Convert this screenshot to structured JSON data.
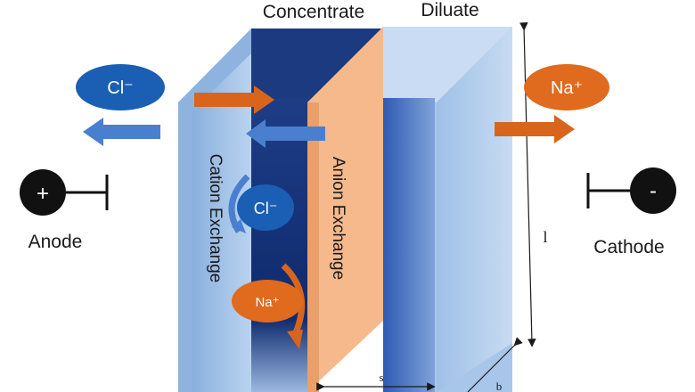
{
  "labels": {
    "concentrate": "Concentrate",
    "diluate": "Diluate",
    "cation_exchange": "Cation Exchange",
    "anion_exchange": "Anion  Exchange",
    "anode": "Anode",
    "cathode": "Cathode",
    "length_symbol": "l",
    "width_symbol": "s",
    "depth_symbol": "b"
  },
  "ions": {
    "chloride": "Cl⁻",
    "sodium": "Na⁺"
  },
  "electrodes": {
    "anode_sign": "+",
    "cathode_sign": "-"
  },
  "colors": {
    "ion_chloride": "#1a5fb4",
    "ion_sodium": "#e06a1e",
    "arrow_orange": "#d9651c",
    "arrow_blue": "#4a7fd0",
    "cation_membrane": "#a9c8ea",
    "concentrate_channel": "#1f3f86",
    "anion_membrane": "#f7b98a",
    "diluate_channel": "#b5cdea",
    "electrode": "#111111"
  }
}
